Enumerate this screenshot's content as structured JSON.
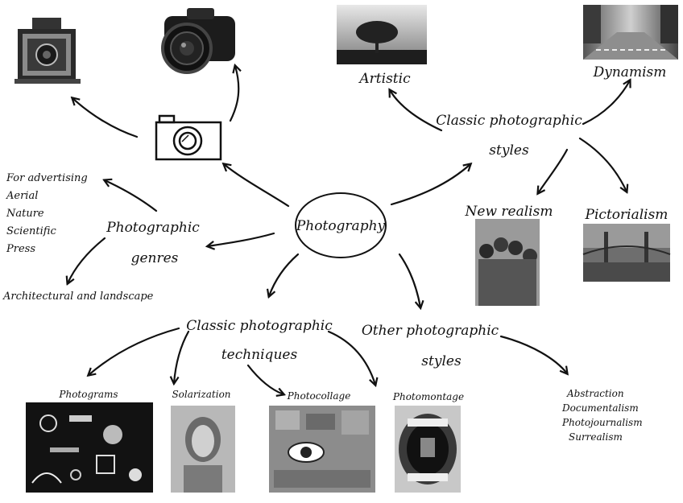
{
  "center": {
    "label": "Photography"
  },
  "styles": {
    "line1": "Classic photographic",
    "line2": "styles",
    "artistic": "Artistic",
    "dynamism": "Dynamism",
    "new_realism": "New realism",
    "pictorialism": "Pictorialism"
  },
  "genres": {
    "line1": "Photographic",
    "line2": "genres",
    "items": [
      "For advertising",
      "Aerial",
      "Nature",
      "Scientific",
      "Press"
    ],
    "extra": "Architectural and landscape"
  },
  "techniques": {
    "line1": "Classic photographic",
    "line2": "techniques",
    "photograms": "Photograms",
    "solarization": "Solarization",
    "photocollage": "Photocollage",
    "photomontage": "Photomontage"
  },
  "other": {
    "line1": "Other photographic",
    "line2": "styles",
    "items": [
      "Abstraction",
      "Documentalism",
      "Photojournalism",
      "Surrealism"
    ]
  }
}
